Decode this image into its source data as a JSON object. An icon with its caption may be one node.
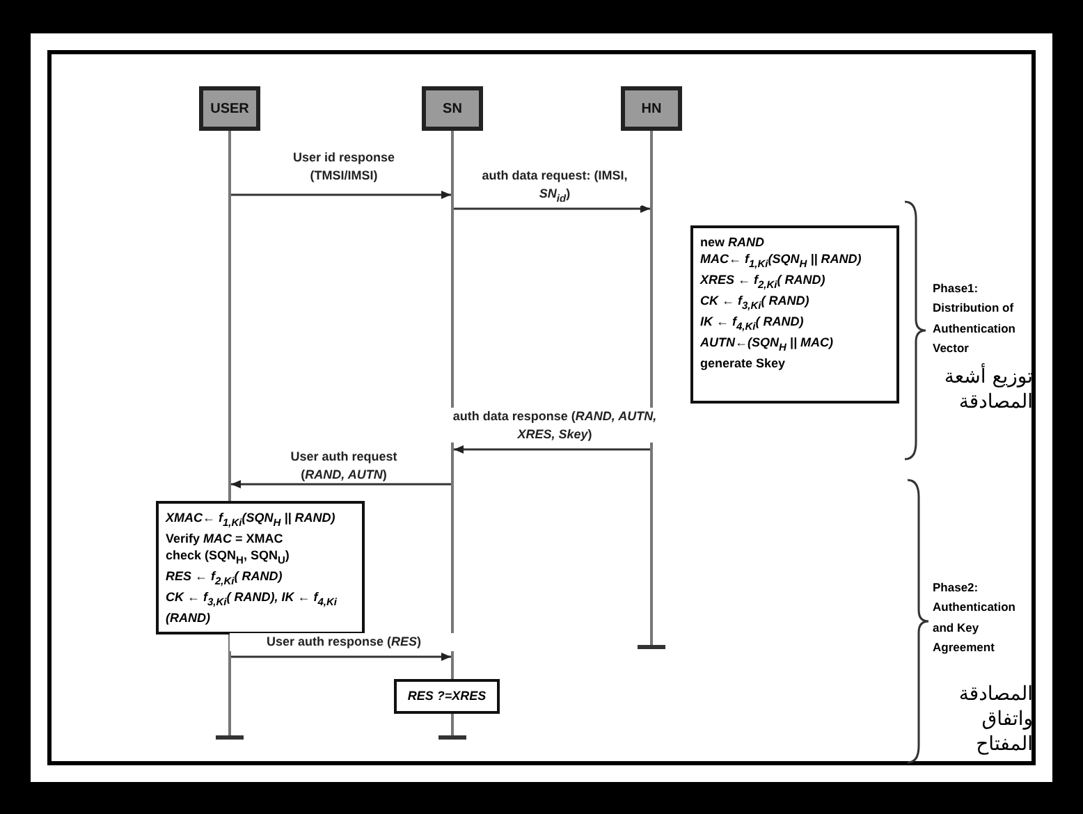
{
  "diagram": {
    "nodes": [
      {
        "text": [
          "USER"
        ]
      },
      {
        "text": [
          "SN"
        ]
      },
      {
        "text": [
          "HN"
        ]
      },
      {
        "text": [
          "new *RAND*",
          "*MAC← f$_{1,Ki}$(SQN$_{H}$ || RAND)*",
          "*XRES ← f$_{2,Ki}$( RAND)*",
          "*CK ← f$_{3,Ki}$( RAND)*",
          "*IK ← f$_{4,Ki}$( RAND)*",
          "*AUTN←(SQN$_{H}$ || MAC)*",
          "generate Skey"
        ]
      },
      {
        "text": [
          "*XMAC← f$_{1,Ki}$(SQN$_{H}$ || RAND)*",
          "Verify *MAC* = XMAC",
          "check (SQN$_{H}$, SQN$_{U}$)",
          "*RES ← f$_{2,Ki}$( RAND)*",
          "*CK ← f$_{3,Ki}$( RAND), IK ← f$_{4,Ki}$ (RAND)*"
        ]
      },
      {
        "text": [
          "*RES ?=XRES*"
        ]
      }
    ],
    "edges": [
      {
        "from": 0,
        "to": 1,
        "arrow": "to",
        "label": "User id response (TMSI/IMSI)"
      },
      {
        "from": 1,
        "to": 2,
        "arrow": "to",
        "label": "auth data request: (IMSI, *SN$_{id}$*)"
      },
      {
        "from": 2,
        "to": 1,
        "arrow": "to",
        "label": "auth data response (*RAND, AUTN, XRES, Skey*)"
      },
      {
        "from": 1,
        "to": 0,
        "arrow": "to",
        "label": "User auth request (*RAND, AUTN*)"
      },
      {
        "from": 0,
        "to": 1,
        "arrow": "to",
        "label": "User auth response (*RES*)"
      }
    ],
    "labels": [
      "Phase1: Distribution of Authentication Vector",
      "توزيع أشعة المصادقة",
      "Phase2: Authentication and Key Agreement",
      "المصادقة واتفاق المفتاح"
    ]
  }
}
